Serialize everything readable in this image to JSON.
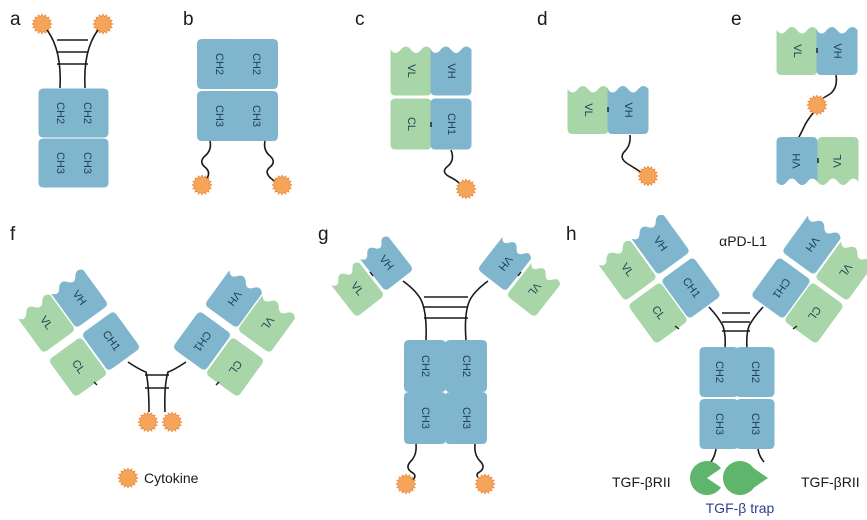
{
  "panels": {
    "a": {
      "label": "a",
      "domains": [
        "CH2",
        "CH2",
        "CH3",
        "CH3"
      ]
    },
    "b": {
      "label": "b",
      "domains": [
        "CH2",
        "CH2",
        "CH3",
        "CH3"
      ]
    },
    "c": {
      "label": "c",
      "domains": [
        "VL",
        "VH",
        "CL",
        "CH1"
      ]
    },
    "d": {
      "label": "d",
      "domains": [
        "VL",
        "VH"
      ]
    },
    "e": {
      "label": "e",
      "domains": [
        "VL",
        "VH",
        "VH",
        "VL"
      ]
    },
    "f": {
      "label": "f",
      "domains": [
        "VL",
        "VH",
        "CL",
        "CH1",
        "CH1",
        "VH",
        "CL",
        "VL"
      ]
    },
    "g": {
      "label": "g",
      "domains": [
        "VH",
        "VL",
        "VH",
        "VL",
        "CH2",
        "CH2",
        "CH3",
        "CH3"
      ]
    },
    "h": {
      "label": "h",
      "domains": [
        "VH",
        "VL",
        "CH1",
        "CL",
        "CH1",
        "VH",
        "CL",
        "VL",
        "CH2",
        "CH2",
        "CH3",
        "CH3"
      ]
    }
  },
  "legend": {
    "cytokine_label": "Cytokine"
  },
  "annotations": {
    "apdl1": "αPD-L1",
    "tgf_left": "TGF-βRII",
    "tgf_right": "TGF-βRII",
    "tgf_trap": "TGF-β trap"
  },
  "colors": {
    "heavy": "#7fb6ce",
    "light": "#a9d6a9",
    "cytokine": "#f5a55a",
    "trap": "#5eb56b",
    "trap_label": "#2e3f8f",
    "line": "#1a1a1a"
  }
}
